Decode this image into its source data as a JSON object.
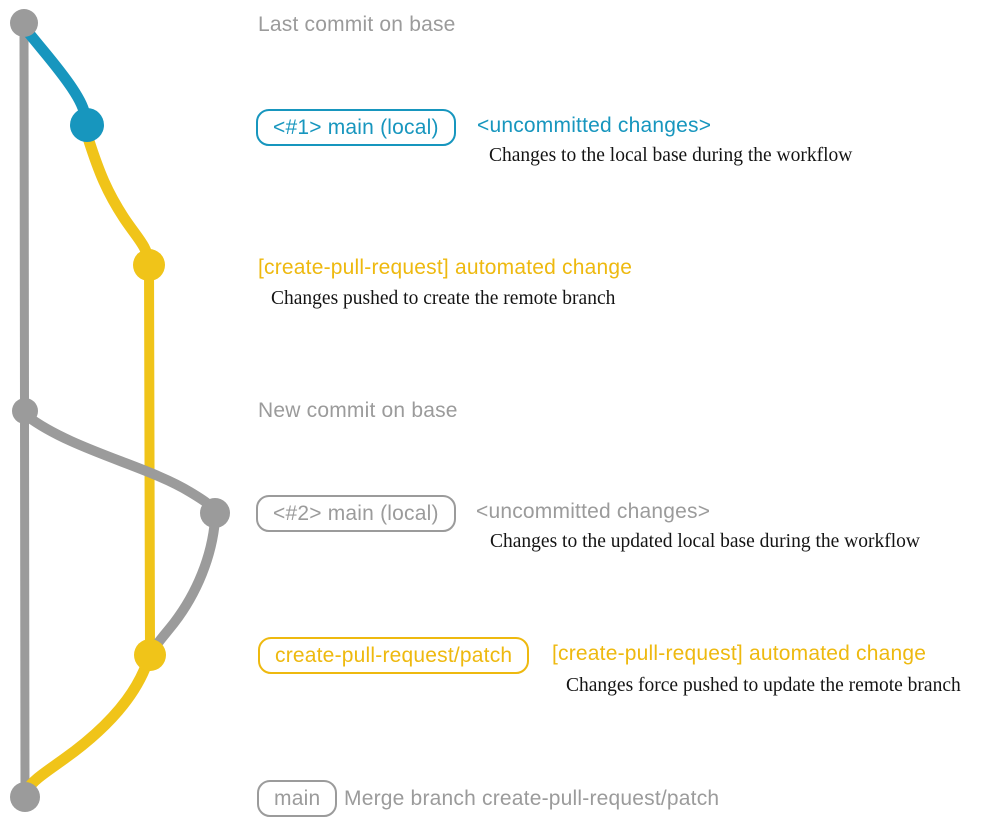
{
  "colors": {
    "gray": "#9b9b9b",
    "teal": "#1796be",
    "yellow": "#f0c419",
    "yellow_text": "#eeb90f",
    "desc_text": "#141414"
  },
  "graph": {
    "description": "git commit graph",
    "branches": [
      {
        "name": "base",
        "color": "gray"
      },
      {
        "name": "main-local",
        "color": "teal"
      },
      {
        "name": "create-pull-request-patch",
        "color": "yellow"
      }
    ],
    "commit_count": 7
  },
  "headings": {
    "last_commit": "Last commit on base",
    "new_commit": "New commit on base"
  },
  "row1": {
    "pill": "<#1> main (local)",
    "status": "<uncommitted changes>",
    "desc": "Changes to the local base during the workflow"
  },
  "row2": {
    "title": "[create-pull-request] automated change",
    "desc": "Changes pushed to create the remote branch"
  },
  "row3": {
    "pill": "<#2> main (local)",
    "status": "<uncommitted changes>",
    "desc": "Changes to the updated local base during the workflow"
  },
  "row4": {
    "pill": "create-pull-request/patch",
    "title": "[create-pull-request] automated change",
    "desc": "Changes force pushed to update the remote branch"
  },
  "row5": {
    "pill": "main",
    "title": "Merge branch create-pull-request/patch"
  }
}
